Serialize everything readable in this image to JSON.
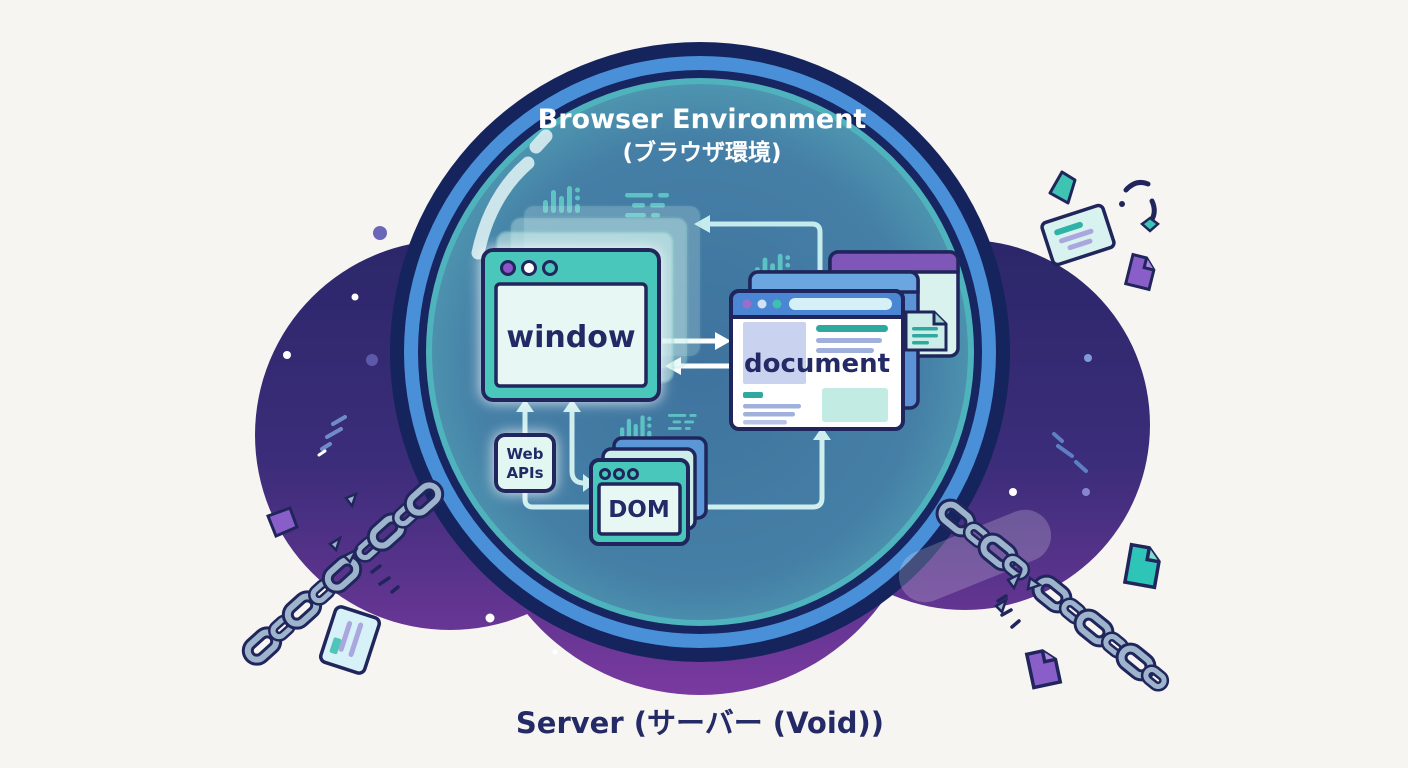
{
  "title": {
    "line1": "Browser Environment",
    "line2": "(ブラウザ環境)"
  },
  "caption": "Server (サーバー (Void))",
  "nodes": {
    "window": {
      "label": "window"
    },
    "document": {
      "label": "document"
    },
    "dom": {
      "label": "DOM"
    },
    "web_apis": {
      "line1": "Web",
      "line2": "APIs"
    }
  },
  "colors": {
    "outline_navy": "#20265c",
    "teal_window": "#49c7ba",
    "teal_rim": "#4fb3bd",
    "ring_blue": "#4a90d8",
    "header_blue": "#4a86d4",
    "header_purple": "#7e57b8",
    "purple_fragment": "#8a5ec9",
    "chain_steel": "#9db4cc",
    "cloud_top": "#2a2a6b",
    "cloud_bottom": "#7b3aa0",
    "bubble_center": "#3e739e",
    "bubble_edge": "#5fc3c4",
    "panel_light": "#e6f7f4",
    "text_navy": "#232a66",
    "arrow_white": "#ffffff",
    "arrow_teal": "#cfeeee"
  }
}
